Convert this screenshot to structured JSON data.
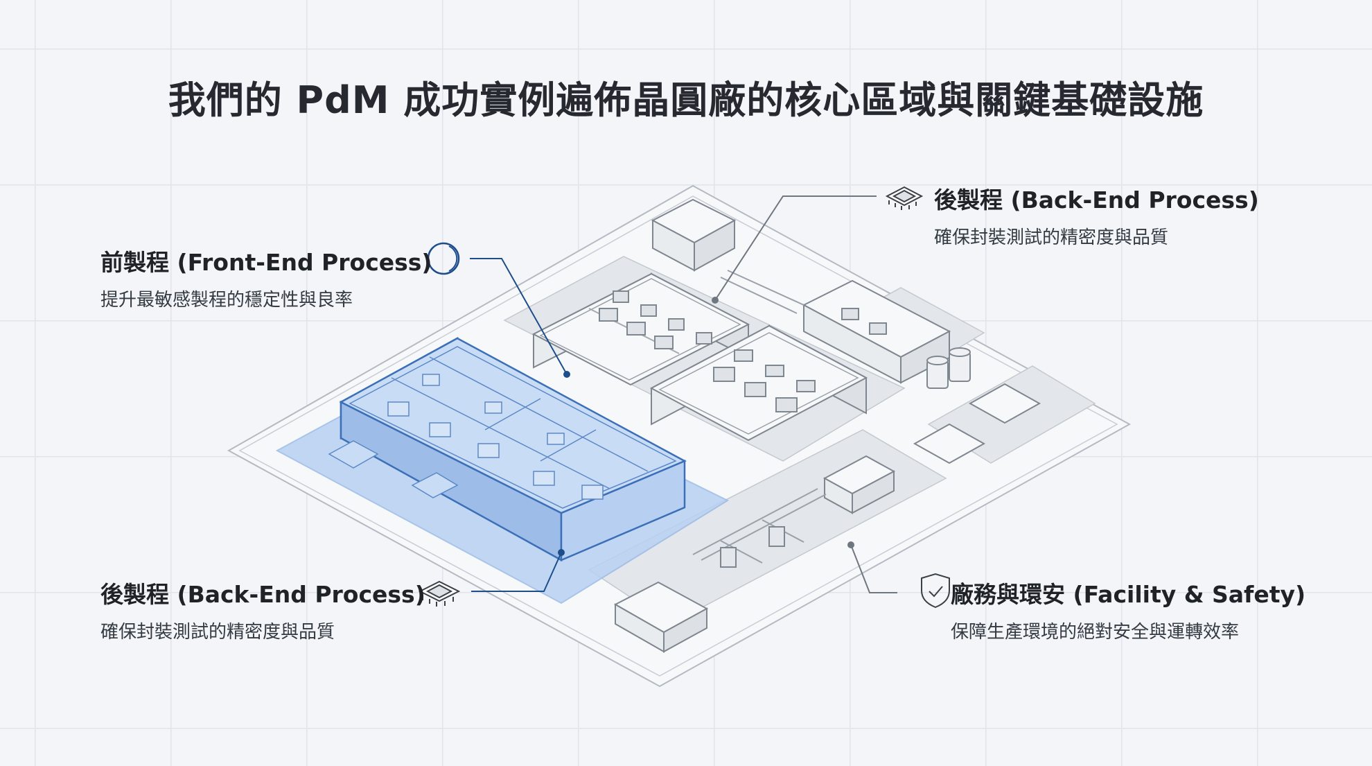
{
  "title": "我們的 PdM 成功實例遍佈晶圓廠的核心區域與關鍵基礎設施",
  "callouts": {
    "front_end": {
      "heading": "前製程 (Front-End Process)",
      "description": "提升最敏感製程的穩定性與良率",
      "icon": "wafer-icon"
    },
    "back_end_top": {
      "heading": "後製程 (Back-End Process)",
      "description": "確保封裝測試的精密度與品質",
      "icon": "chip-icon"
    },
    "back_end_bottom": {
      "heading": "後製程 (Back-End Process)",
      "description": "確保封裝測試的精密度與品質",
      "icon": "chip-icon"
    },
    "facility": {
      "heading": "廠務與環安 (Facility & Safety)",
      "description": "保障生產環境的絕對安全與運轉效率",
      "icon": "shield-check-icon"
    }
  },
  "colors": {
    "highlight": "#3b6fb8",
    "highlight_fill": "#b8d1f2",
    "line": "#8a929c",
    "accent_line": "#1e4d8c"
  }
}
